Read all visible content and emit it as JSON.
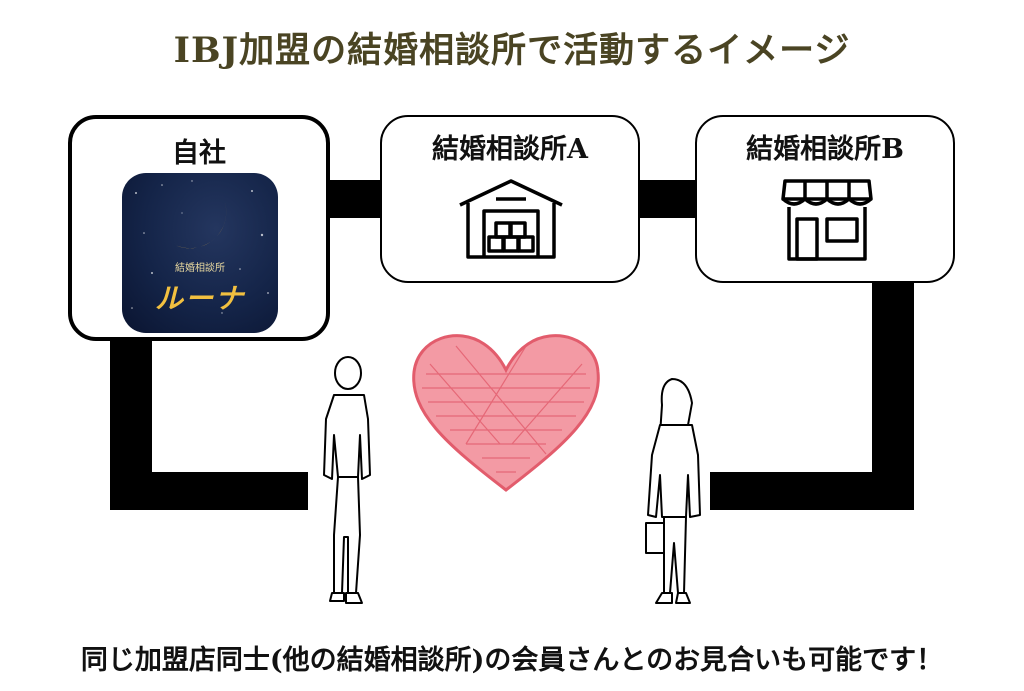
{
  "title": "IBJ加盟の結婚相談所で活動するイメージ",
  "self": {
    "label": "自社",
    "logo_small_text": "結婚相談所",
    "logo_main_text": "ルーナ"
  },
  "agency_a": {
    "label": "結婚相談所A"
  },
  "agency_b": {
    "label": "結婚相談所B"
  },
  "caption": "同じ加盟店同士(他の結婚相談所)の会員さんとのお見合いも可能です！",
  "icons": {
    "moon": "crescent-moon-icon",
    "warehouse": "warehouse-icon",
    "store": "storefront-icon",
    "heart": "heart-icon",
    "man": "man-silhouette",
    "woman": "woman-silhouette"
  },
  "colors": {
    "title": "#4a4423",
    "logo_bg": "#142448",
    "moon": "#f0b52e",
    "heart": "#e86a78",
    "connector": "#000000"
  }
}
